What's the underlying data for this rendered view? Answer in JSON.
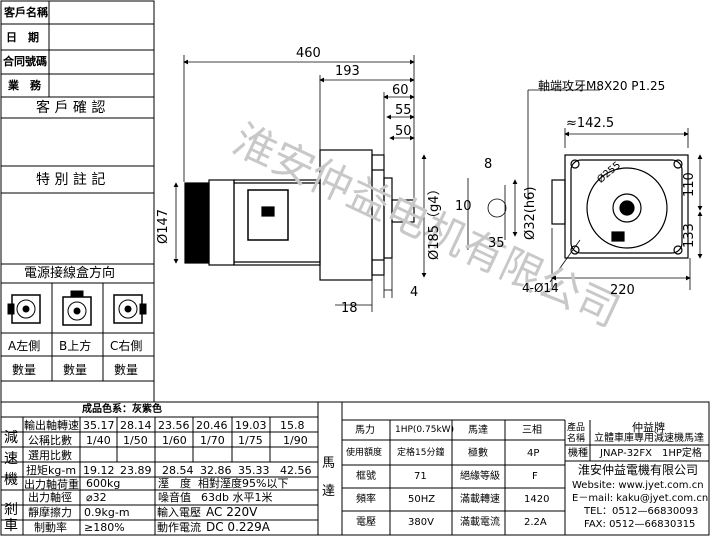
{
  "sidebar": {
    "customer_name": "客戶名稱",
    "date": "日　期",
    "contract_no": "合同號碼",
    "sales": "業　務",
    "customer_confirm": "客 戶 確 認",
    "special_notes": "特 別 註 記",
    "junction_box": "電源接線盒方向",
    "directions": [
      {
        "label": "A左側",
        "qty": "數量"
      },
      {
        "label": "B上方",
        "qty": "數量"
      },
      {
        "label": "C右側",
        "qty": "數量"
      }
    ]
  },
  "drawing": {
    "dims": {
      "d460": "460",
      "d193": "193",
      "d60": "60",
      "d55": "55",
      "d50": "50",
      "d8": "8",
      "d10": "10",
      "d35": "35",
      "d4": "4",
      "d18": "18",
      "dia147": "Ø147",
      "dia185": "Ø185（g4）",
      "dia32": "Ø32(h6)",
      "thread": "軸端攻牙M8X20 P1.25",
      "d142": "≈142.5",
      "d110": "110",
      "d133": "133",
      "d220": "220",
      "dia14": "4-Ø14",
      "dia255": "Ø255"
    },
    "watermark": "淮安仲益电机有限公司"
  },
  "reducer": {
    "color_label": "成品色系：灰紫色",
    "side_label": "減速機",
    "brake_label": "剎車",
    "rows": {
      "speed_label": "輸出軸轉速",
      "speeds": [
        "35.17",
        "28.14",
        "23.56",
        "20.46",
        "19.03",
        "15.8"
      ],
      "ratio_label": "公稱比數",
      "ratios": [
        "1/40",
        "1/50",
        "1/60",
        "1/70",
        "1/75",
        "1/90"
      ],
      "select_label": "選用比數",
      "torque_label": "扭矩kg-m",
      "torques": [
        "19.12",
        "23.89",
        "28.54",
        "32.86",
        "35.33",
        "42.56"
      ],
      "load_label": "出力軸荷重",
      "load": "600kg",
      "humidity_label": "溼　度",
      "humidity": "相對溼度95%以下",
      "shaft_label": "出力軸徑",
      "shaft": "⌀32",
      "noise_label": "噪音值",
      "noise": "63db 水平1米",
      "brake_torque_label": "靜摩擦力",
      "brake_torque": "0.9kg-m",
      "input_v_label": "輸入電壓",
      "input_v": "AC 220V",
      "brake_rate_label": "制動率",
      "brake_rate": "≥180%",
      "current_label": "動作電流",
      "current": "DC 0.229A"
    }
  },
  "motor": {
    "side_label": "馬達",
    "power_label": "馬力",
    "power": "1HP(0.75kW)",
    "phase_label": "馬達",
    "phase": "三相",
    "rating_label": "使用額度",
    "rating": "定格15分鐘",
    "poles_label": "極數",
    "poles": "4P",
    "frame_label": "框號",
    "frame": "71",
    "insulation_label": "絕緣等級",
    "insulation": "F",
    "freq_label": "頻率",
    "freq": "50HZ",
    "rpm_label": "滿載轉速",
    "rpm": "1420",
    "voltage_label": "電壓",
    "voltage": "380V",
    "amp_label": "滿載電流",
    "amp": "2.2A"
  },
  "product": {
    "name_label": "產品名稱",
    "brand": "仲益牌",
    "name": "立體車庫專用減速機馬達",
    "model_label": "機種",
    "model": "JNAP-32FX　1HP定格",
    "company": "淮安仲益電機有限公司",
    "website": "Website: www.jyet.com.cn",
    "email": "E－mail: kaku@jyet.com.cn",
    "tel": "TEL：0512—66830093",
    "fax": "FAX: 0512—66830315"
  },
  "colors": {
    "line": "#000000",
    "watermark": "#c8c8c8",
    "bg": "#ffffff"
  }
}
